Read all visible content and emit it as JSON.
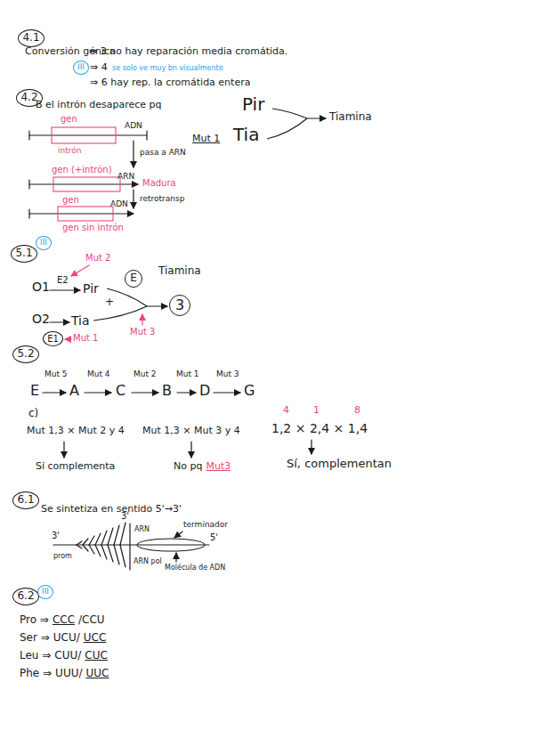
{
  "diagram": {
    "nodes": [
      {
        "text": [
          "4.1"
        ]
      },
      {
        "text": [
          "III"
        ]
      },
      {
        "text": [
          "4.2"
        ]
      },
      {
        "text": [
          "5.1"
        ]
      },
      {
        "text": [
          "III"
        ]
      },
      {
        "text": [
          "E"
        ]
      },
      {
        "text": [
          "E1"
        ]
      },
      {
        "text": [
          "3"
        ]
      },
      {
        "text": [
          "5.2"
        ]
      },
      {
        "text": [
          "6.1"
        ]
      },
      {
        "text": [
          "6.2"
        ]
      },
      {
        "text": [
          "III"
        ]
      }
    ],
    "labels": [
      "Conversión génica",
      "⇒ 3 no hay reparación media cromátida.",
      "⇒ 4",
      "se solo ve muy bn visualmente",
      "⇒ 6 hay rep. la cromátida entera",
      "B el intrón desaparece pq",
      "gen",
      "ADN",
      "intrón",
      "pasa a ARN",
      "gen (+intrón)",
      "ARN",
      "Madura",
      "gen",
      "ADN",
      "retrotransp",
      "gen sin intrón",
      "Pir",
      "Tia",
      "Mut 1",
      "Tiamina",
      "O1",
      "E2",
      "Pir",
      "Mut 2",
      "Tiamina",
      "+",
      "O2",
      "Tia",
      "Mut 1",
      "Mut 3",
      "E",
      "Mut 5",
      "A",
      "Mut 4",
      "C",
      "Mut 2",
      "B",
      "Mut 1",
      "D",
      "Mut 3",
      "G",
      "c)",
      "Mut 1,3 × Mut 2 y 4",
      "Sí complementa",
      "Mut 1,3 × Mut 3 y 4",
      "No pq",
      "Mut3",
      "4",
      "1",
      "8",
      "1,2 × 2,4 × 1,4",
      "Sí, complementan",
      "Se sintetiza en sentido 5'→3'",
      "3'",
      "prom",
      "3'",
      "ARN",
      "ARN pol",
      "terminador",
      "Molécula de ADN",
      "5'",
      "Pro ⇒",
      "CCC",
      "/CCU",
      "Ser ⇒",
      "UCU/",
      "UCC",
      "Leu ⇒",
      "CUU/",
      "CUC",
      "Phe ⇒",
      "UUU/",
      "UUC"
    ]
  }
}
